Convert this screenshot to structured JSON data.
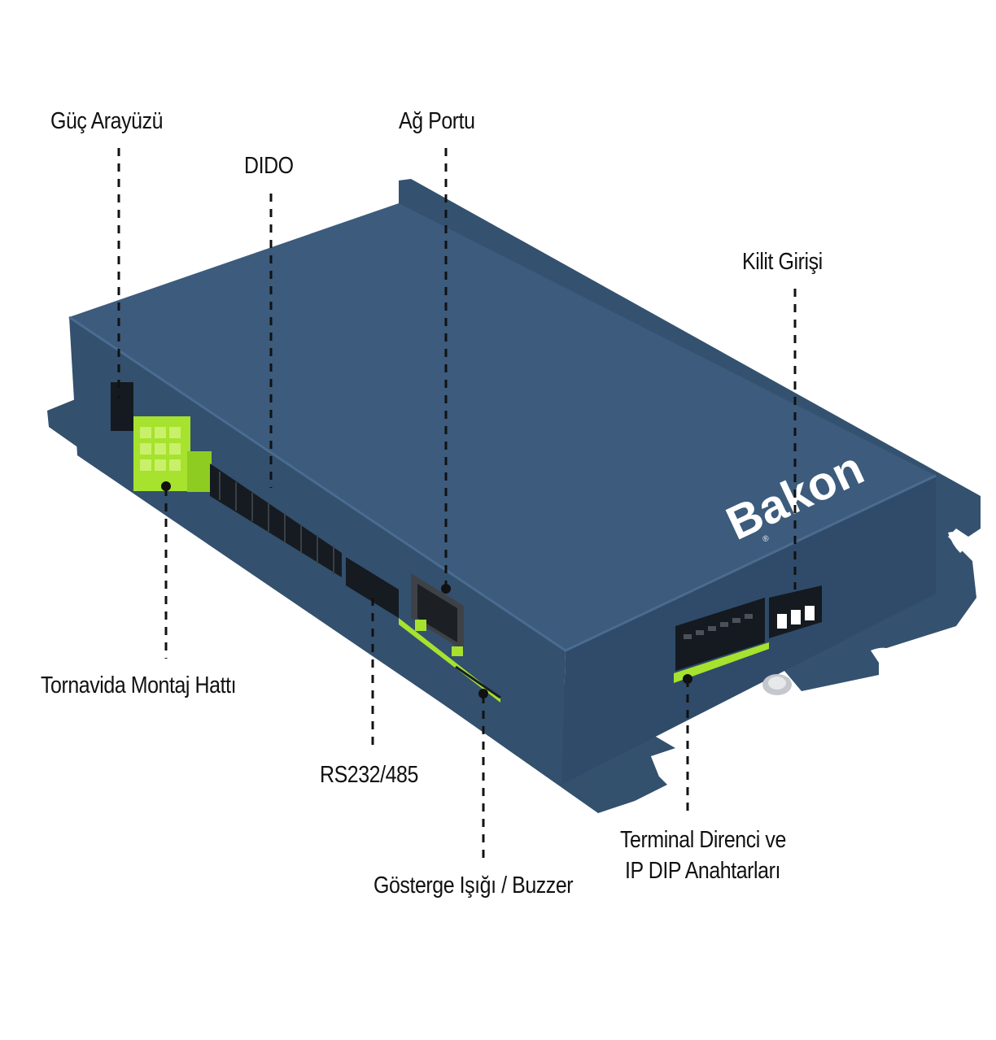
{
  "brand": {
    "logo_text": "Bakon",
    "registered_mark": "®"
  },
  "colors": {
    "housing_top": "#3b5a7c",
    "housing_side": "#34516f",
    "housing_front": "#2e4a68",
    "accent_green": "#a6e22e",
    "connector_black": "#151a20",
    "callout_line": "#111111"
  },
  "callouts": {
    "power_interface": "Güç Arayüzü",
    "dido": "DIDO",
    "network_port": "Ağ Portu",
    "lock_input": "Kilit Girişi",
    "screwdriver_mount": "Tornavida Montaj Hattı",
    "rs232_485": "RS232/485",
    "indicator_buzzer": "Gösterge Işığı / Buzzer",
    "terminal_dip_line1": "Terminal Direnci ve",
    "terminal_dip_line2": "IP DIP Anahtarları"
  }
}
